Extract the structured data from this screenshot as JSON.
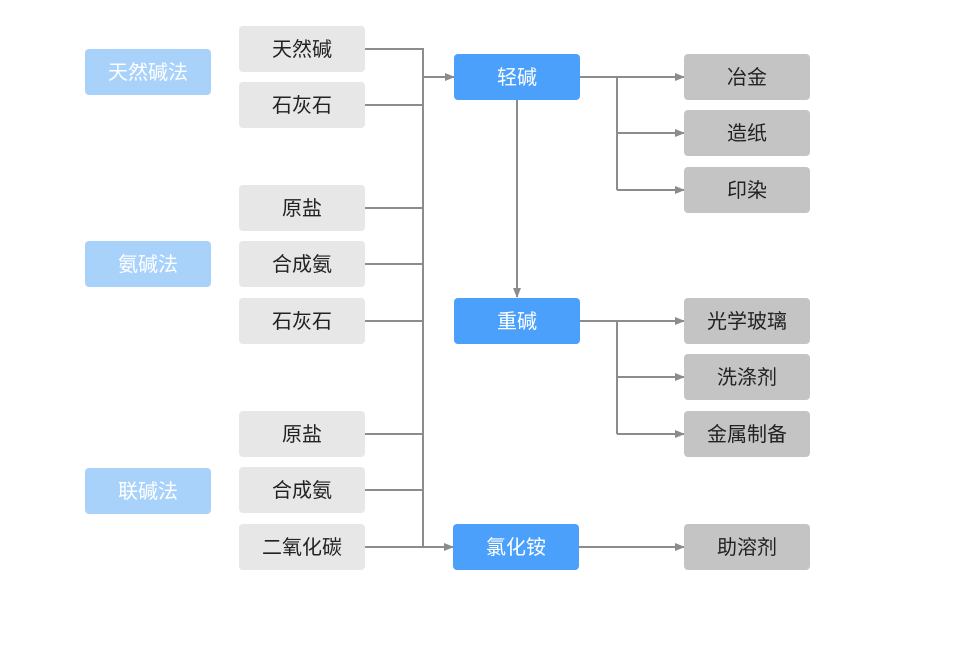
{
  "methods": [
    {
      "label": "天然碱法"
    },
    {
      "label": "氨碱法"
    },
    {
      "label": "联碱法"
    }
  ],
  "materials": [
    {
      "label": "天然碱"
    },
    {
      "label": "石灰石"
    },
    {
      "label": "原盐"
    },
    {
      "label": "合成氨"
    },
    {
      "label": "石灰石"
    },
    {
      "label": "原盐"
    },
    {
      "label": "合成氨"
    },
    {
      "label": "二氧化碳"
    }
  ],
  "products": [
    {
      "label": "轻碱"
    },
    {
      "label": "重碱"
    },
    {
      "label": "氯化铵"
    }
  ],
  "uses": [
    {
      "label": "冶金"
    },
    {
      "label": "造纸"
    },
    {
      "label": "印染"
    },
    {
      "label": "光学玻璃"
    },
    {
      "label": "洗涤剂"
    },
    {
      "label": "金属制备"
    },
    {
      "label": "助溶剂"
    }
  ],
  "colors": {
    "method_bg": "#a9d2fb",
    "material_bg": "#e7e7e7",
    "product_bg": "#4aa0fa",
    "use_bg": "#c4c4c4",
    "connector": "#8c8c8c"
  }
}
